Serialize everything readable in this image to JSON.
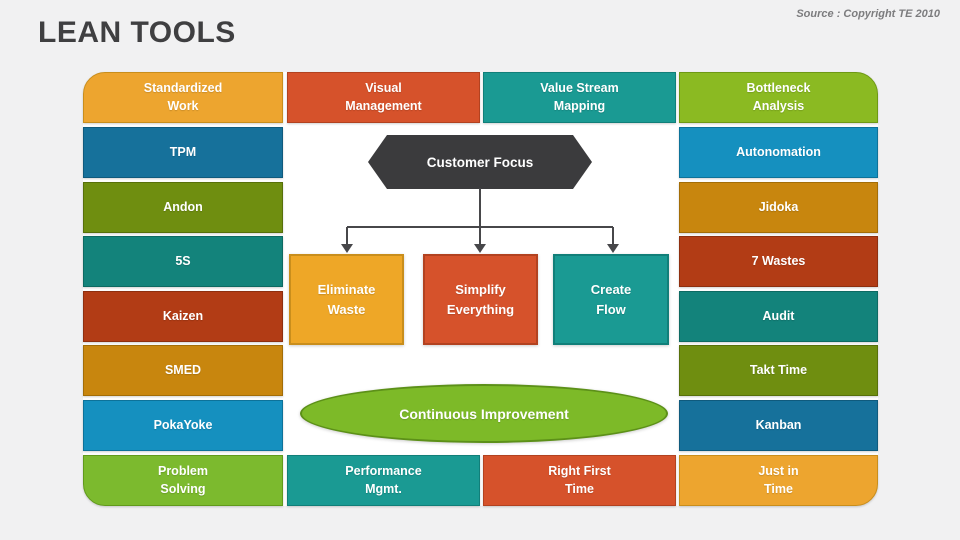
{
  "page": {
    "title": "LEAN TOOLS",
    "source": "Source : Copyright TE 2010",
    "background": "#f1f1f2",
    "panel_background": "#ffffff",
    "title_color": "#3f3f41",
    "source_color": "#7c7c7e"
  },
  "diagram": {
    "outer_boxes": [
      {
        "id": "standardized-work",
        "label": "Standardized\nWork",
        "fill": "#eda52f",
        "border": "#c98e1c"
      },
      {
        "id": "visual-management",
        "label": "Visual\nManagement",
        "fill": "#d6522b",
        "border": "#b24220"
      },
      {
        "id": "value-stream-mapping",
        "label": "Value Stream\nMapping",
        "fill": "#1a9a93",
        "border": "#117f79"
      },
      {
        "id": "bottleneck-analysis",
        "label": "Bottleneck\nAnalysis",
        "fill": "#8bba22",
        "border": "#6e9914"
      },
      {
        "id": "tpm",
        "label": "TPM",
        "fill": "#16719b",
        "border": "#0f5a7d"
      },
      {
        "id": "andon",
        "label": "Andon",
        "fill": "#6f8e10",
        "border": "#57700a"
      },
      {
        "id": "5s",
        "label": "5S",
        "fill": "#13837b",
        "border": "#0d6a62"
      },
      {
        "id": "kaizen",
        "label": "Kaizen",
        "fill": "#b23c15",
        "border": "#8e2f0f"
      },
      {
        "id": "smed",
        "label": "SMED",
        "fill": "#c8860e",
        "border": "#a36d07"
      },
      {
        "id": "pokayoke",
        "label": "PokaYoke",
        "fill": "#1590bf",
        "border": "#0d7299"
      },
      {
        "id": "autonomation",
        "label": "Autonomation",
        "fill": "#1590bf",
        "border": "#0d7299"
      },
      {
        "id": "jidoka",
        "label": "Jidoka",
        "fill": "#c8860e",
        "border": "#a36d07"
      },
      {
        "id": "7-wastes",
        "label": "7 Wastes",
        "fill": "#b23c15",
        "border": "#8e2f0f"
      },
      {
        "id": "audit",
        "label": "Audit",
        "fill": "#13837b",
        "border": "#0d6a62"
      },
      {
        "id": "takt-time",
        "label": "Takt Time",
        "fill": "#6f8e10",
        "border": "#57700a"
      },
      {
        "id": "kanban",
        "label": "Kanban",
        "fill": "#16719b",
        "border": "#0f5a7d"
      },
      {
        "id": "problem-solving",
        "label": "Problem\nSolving",
        "fill": "#7cba2e",
        "border": "#619a1c"
      },
      {
        "id": "performance-mgmt",
        "label": "Performance\nMgmt.",
        "fill": "#1a9a93",
        "border": "#117f79"
      },
      {
        "id": "right-first-time",
        "label": "Right First\nTime",
        "fill": "#d6522b",
        "border": "#b24220"
      },
      {
        "id": "just-in-time",
        "label": "Just in\nTime",
        "fill": "#eda52f",
        "border": "#c98e1c"
      }
    ],
    "center": {
      "hexagon": {
        "label": "Customer Focus",
        "fill": "#3b3b3d",
        "border": "#28282a"
      },
      "flow_boxes": [
        {
          "id": "eliminate-waste",
          "label": "Eliminate\nWaste",
          "fill": "#eea727",
          "border": "#c98e1c"
        },
        {
          "id": "simplify-everything",
          "label": "Simplify\nEverything",
          "fill": "#d6522b",
          "border": "#b24220"
        },
        {
          "id": "create-flow",
          "label": "Create\nFlow",
          "fill": "#1a9a93",
          "border": "#117f79"
        }
      ],
      "ellipse": {
        "label": "Continuous Improvement",
        "fill": "#7dba28",
        "border": "#5c9018"
      },
      "connector_color": "#47474a"
    }
  }
}
